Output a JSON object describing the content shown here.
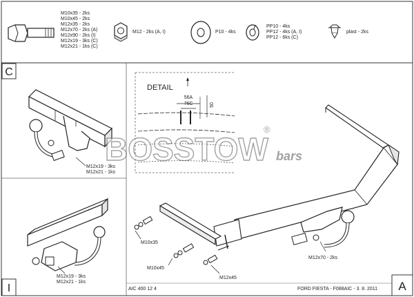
{
  "parts": {
    "bolt_list": [
      "M10x35 - 2ks",
      "M10x45 - 2ks",
      "M12x35 - 2ks",
      "M12x70 - 2ks (A)",
      "M12x90 - 2ks (I)",
      "M12x19 - 3ks (C)",
      "M12x21 - 1ks (C)"
    ],
    "nut_label": "M12 - 2ks (A, I)",
    "washer_label": "P10 - 4ks",
    "spring_washer_list": [
      "PP10 - 4ks",
      "PP12 - 4ks (A, I)",
      "PP12 - 6ks (C)"
    ],
    "plastic_label": "plast - 2ks"
  },
  "panels": {
    "c_letter": "C",
    "i_letter": "I",
    "a_letter": "A"
  },
  "detail": {
    "title": "DETAIL",
    "dim_56a": "56A",
    "dim_76c": "76C",
    "dim_50": "50"
  },
  "brand": {
    "logo_text": "BOSSTOW",
    "logo_suffix": "bars",
    "registered": "®"
  },
  "callouts": {
    "c_bolts": [
      "M12x19 - 3ks",
      "M12x21 - 1ks"
    ],
    "i_bolts": [
      "M12x19 - 3ks",
      "M12x21 - 1ks"
    ],
    "m10x35": "M10x35",
    "m10x45": "M10x45",
    "m12x45": "M12x45",
    "m12x70": "M12x70 - 2ks"
  },
  "footer": {
    "code": "AIC 400 12 4",
    "model": "FORD FIESTA - F088AIC - 3. 8. 2011"
  }
}
